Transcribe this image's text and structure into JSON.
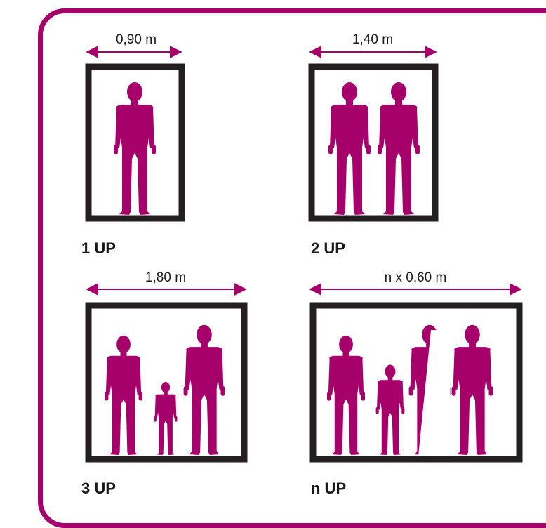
{
  "colors": {
    "accent": "#a6006b",
    "frame": "#231f20",
    "text": "#1a1a1a"
  },
  "panels": [
    {
      "id": "1up",
      "width_label": "0,90 m",
      "label": "1 UP",
      "people": 1
    },
    {
      "id": "2up",
      "width_label": "1,40 m",
      "label": "2 UP",
      "people": 2
    },
    {
      "id": "3up",
      "width_label": "1,80 m",
      "label": "3 UP",
      "people": 3
    },
    {
      "id": "nup",
      "width_label": "n x 0,60 m",
      "label": "n UP",
      "people": 4
    }
  ]
}
